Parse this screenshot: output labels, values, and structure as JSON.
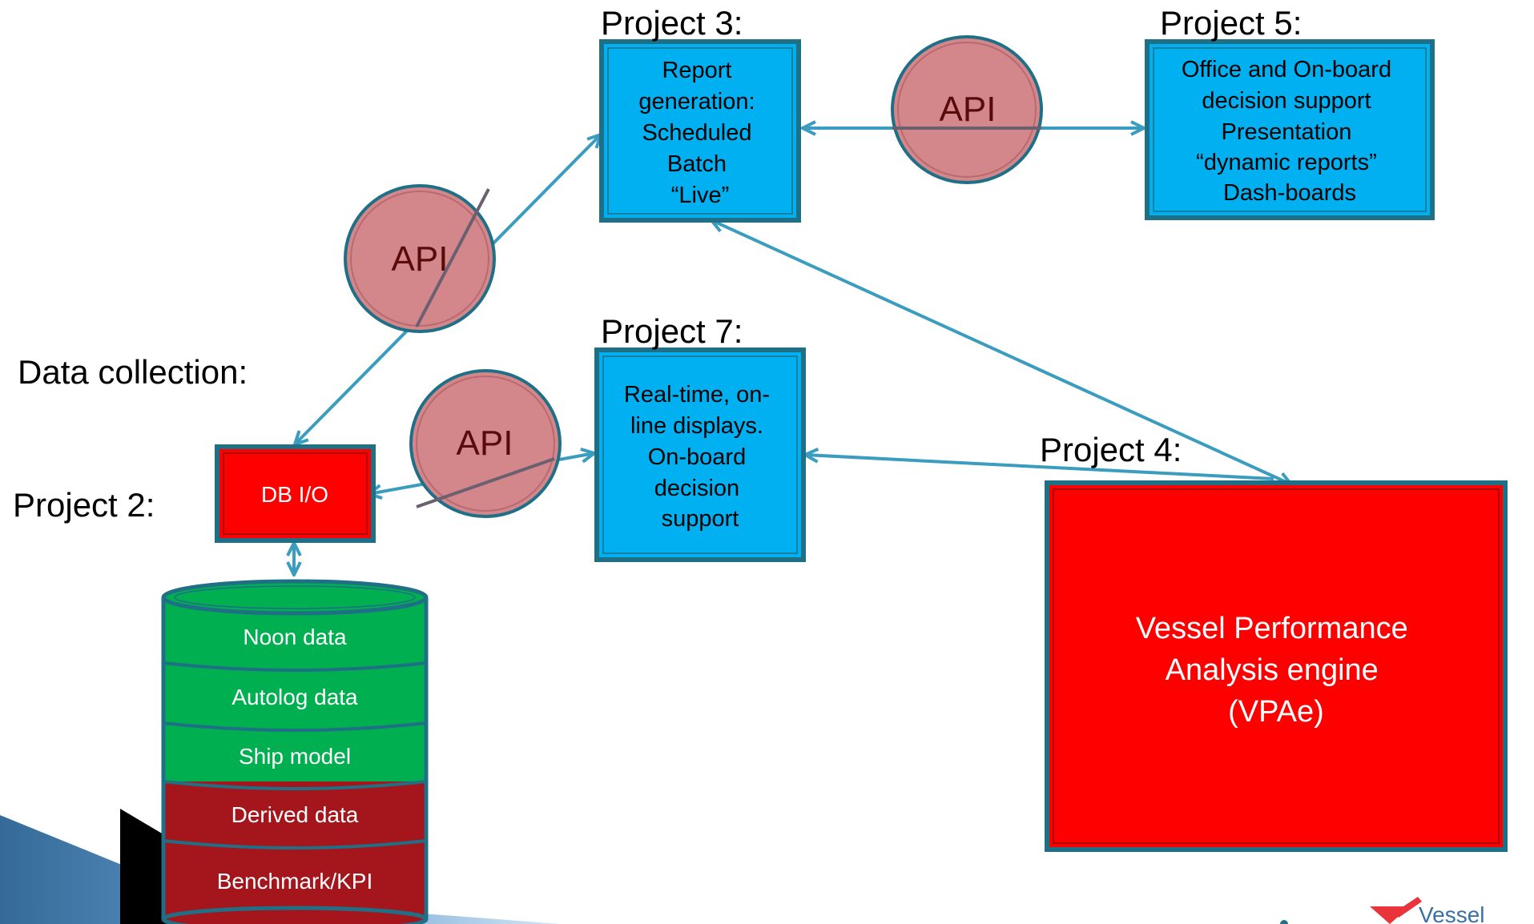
{
  "labels": {
    "project3": "Project 3:",
    "project5": "Project 5:",
    "project7": "Project 7:",
    "project4": "Project 4:",
    "project2": "Project 2:",
    "data_collection": "Data collection:"
  },
  "boxes": {
    "report": [
      "Report",
      "generation:",
      "Scheduled",
      "Batch",
      "“Live”"
    ],
    "office": [
      "Office and On-board",
      "decision support",
      "Presentation",
      "“dynamic reports”",
      "Dash-boards"
    ],
    "realtime": [
      "Real-time, on-",
      "line displays.",
      "On-board",
      "decision",
      "support"
    ],
    "dbio": "DB I/O",
    "vpae": [
      "Vessel Performance",
      "Analysis engine",
      "(VPAe)"
    ]
  },
  "api_label": "API",
  "database_layers": [
    "Noon data",
    "Autolog data",
    "Ship model",
    "Derived data",
    "Benchmark/KPI"
  ],
  "logo_text": "Vessel",
  "colors": {
    "cyan_box": "#00B0F0",
    "box_border": "#1F6F86",
    "red": "#FF0000",
    "api_fill": "#D4878B",
    "api_text": "#5A0A0A",
    "green": "#00B050",
    "dark_red": "#A5161C",
    "arrow": "#3A9DBF",
    "logo": "#E8343A"
  }
}
